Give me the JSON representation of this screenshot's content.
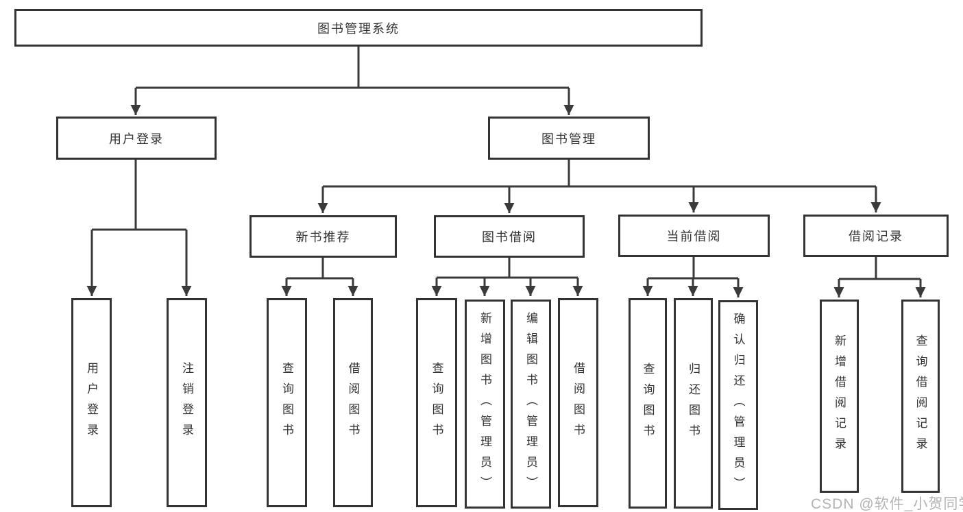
{
  "nodes": {
    "root": "图书管理系统",
    "level2": [
      "用户登录",
      "图书管理"
    ],
    "level3": [
      "新书推荐",
      "图书借阅",
      "当前借阅",
      "借阅记录"
    ],
    "leaves": [
      "用户登录",
      "注销登录",
      "查询图书",
      "借阅图书",
      "查询图书",
      "新增图书（管理员）",
      "编辑图书（管理员）",
      "借阅图书",
      "查询图书",
      "归还图书",
      "确认归还（管理员）",
      "新增借阅记录",
      "查询借阅记录"
    ]
  },
  "watermark": "CSDN @软件_小贺同学",
  "colors": {
    "line": "#3a3a3a",
    "text": "#333333",
    "watermark": "#b3b3b3",
    "background": "#ffffff"
  }
}
